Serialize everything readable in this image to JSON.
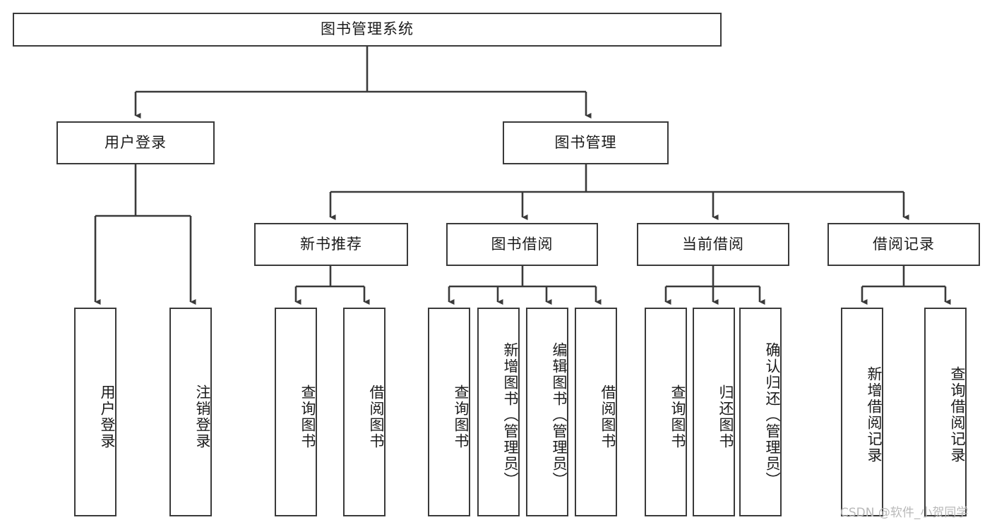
{
  "diagram": {
    "title": "图书管理系统",
    "type": "tree-hierarchy",
    "root": {
      "label": "图书管理系统"
    },
    "level1": [
      {
        "label": "用户登录"
      },
      {
        "label": "图书管理"
      }
    ],
    "level2": [
      {
        "label": "新书推荐"
      },
      {
        "label": "图书借阅"
      },
      {
        "label": "当前借阅"
      },
      {
        "label": "借阅记录"
      }
    ],
    "leaves": {
      "user_login": [
        {
          "label": "用户登录"
        },
        {
          "label": "注销登录"
        }
      ],
      "new_book_recommend": [
        {
          "label": "查询图书"
        },
        {
          "label": "借阅图书"
        }
      ],
      "book_borrow": [
        {
          "label": "查询图书"
        },
        {
          "label": "新增图书（管理员）"
        },
        {
          "label": "编辑图书（管理员）"
        },
        {
          "label": "借阅图书"
        }
      ],
      "current_borrow": [
        {
          "label": "查询图书"
        },
        {
          "label": "归还图书"
        },
        {
          "label": "确认归还（管理员）"
        }
      ],
      "borrow_record": [
        {
          "label": "新增借阅记录"
        },
        {
          "label": "查询借阅记录"
        }
      ]
    }
  },
  "watermark": {
    "text": "CSDN @软件_小贺同学"
  },
  "colors": {
    "border": "#3a3a3a",
    "background": "#ffffff",
    "text": "#1b1b1b",
    "watermark": "#b9b9b9"
  }
}
